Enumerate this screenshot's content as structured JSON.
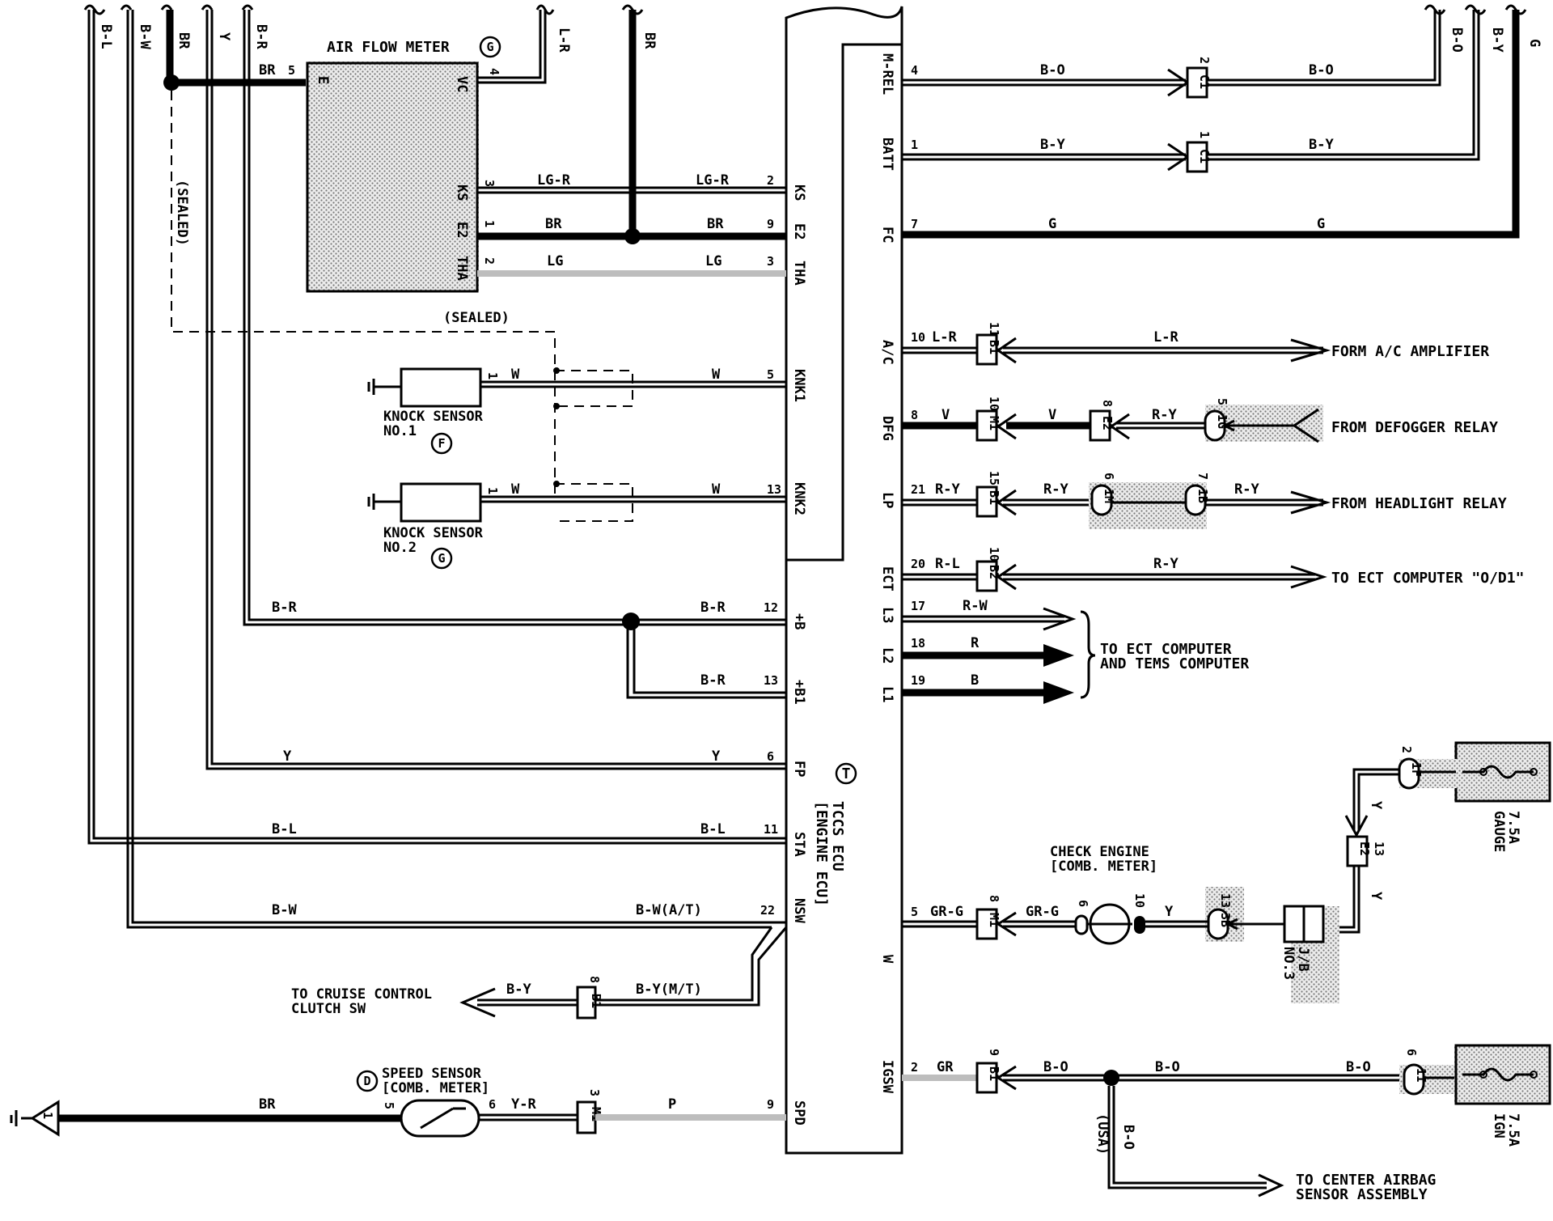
{
  "components": {
    "air_flow_meter": "AIR FLOW METER",
    "air_flow_meter_ref": "G",
    "ecu_line1": "TCCS ECU",
    "ecu_line2": "[ENGINE ECU]",
    "ecu_ref": "T",
    "knock1": "KNOCK SENSOR",
    "knock1_no": "NO.1",
    "knock1_ref": "F",
    "knock2": "KNOCK SENSOR",
    "knock2_no": "NO.2",
    "knock2_ref": "G",
    "speed_sensor": "SPEED SENSOR",
    "speed_sensor_sub": "[COMB. METER]",
    "speed_sensor_ref": "D",
    "check_engine": "CHECK ENGINE",
    "check_engine_sub": "[COMB. METER]",
    "jb3_line1": "J/B",
    "jb3_line2": "NO.3",
    "fuse_gauge_amp": "7.5A",
    "fuse_gauge": "GAUGE",
    "fuse_ign_amp": "7.5A",
    "fuse_ign": "IGN",
    "sealed": "(SEALED)",
    "sealed_v": "(SEALED)"
  },
  "destinations": {
    "ac": "FORM A/C AMPLIFIER",
    "defogger": "FROM DEFOGGER RELAY",
    "headlight": "FROM HEADLIGHT RELAY",
    "ect_od": "TO ECT COMPUTER \"O/D1\"",
    "ect_tems1": "TO ECT COMPUTER",
    "ect_tems2": "AND TEMS COMPUTER",
    "cruise1": "TO CRUISE CONTROL",
    "cruise2": "CLUTCH SW",
    "airbag1": "TO CENTER AIRBAG",
    "airbag2": "SENSOR ASSEMBLY"
  },
  "ecu_left_pins": {
    "ks": "KS",
    "e2": "E2",
    "tha": "THA",
    "knk1": "KNK1",
    "knk2": "KNK2",
    "b": "+B",
    "b1": "+B1",
    "fp": "FP",
    "sta": "STA",
    "nsw": "NSW",
    "spd": "SPD"
  },
  "ecu_right_pins": {
    "mrel": "M-REL",
    "batt": "BATT",
    "fc": "FC",
    "ac": "A/C",
    "dfg": "DFG",
    "lp": "LP",
    "ect": "ECT",
    "l3": "L3",
    "l2": "L2",
    "l1": "L1",
    "w": "W",
    "igsw": "IGSW"
  },
  "afm_pins": {
    "e": "E",
    "vc": "VC",
    "ks": "KS",
    "e2": "E2",
    "tha": "THA"
  },
  "wire_colors": {
    "bl": "B-L",
    "bw": "B-W",
    "br": "BR",
    "y": "Y",
    "br2": "B-R",
    "lr": "L-R",
    "br_top": "BR",
    "bo": "B-O",
    "by": "B-Y",
    "g": "G",
    "lgr": "LG-R",
    "lg": "LG",
    "w": "W",
    "r": "R",
    "b": "B",
    "rw": "R-W",
    "rl": "R-L",
    "ry": "R-Y",
    "v": "V",
    "grg": "GR-G",
    "gr": "GR",
    "yr": "Y-R",
    "p": "P",
    "bw_at": "B-W(A/T)",
    "by_mt": "B-Y(M/T)",
    "usa": "(USA)"
  },
  "connectors": {
    "c1": "C1",
    "b1": "B1",
    "m1": "M1",
    "e2": "E2",
    "ig": "1G",
    "im": "1M",
    "ib": "1B",
    "b2": "B2",
    "if": "1F",
    "ii": "1I",
    "3b": "3B"
  },
  "pin_numbers": {
    "p1": "1",
    "p2": "2",
    "p3": "3",
    "p4": "4",
    "p5": "5",
    "p6": "6",
    "p7": "7",
    "p8": "8",
    "p9": "9",
    "p10": "10",
    "p11": "11",
    "p12": "12",
    "p13": "13",
    "p15": "15",
    "p17": "17",
    "p18": "18",
    "p19": "19",
    "p20": "20",
    "p21": "21",
    "p22": "22"
  }
}
